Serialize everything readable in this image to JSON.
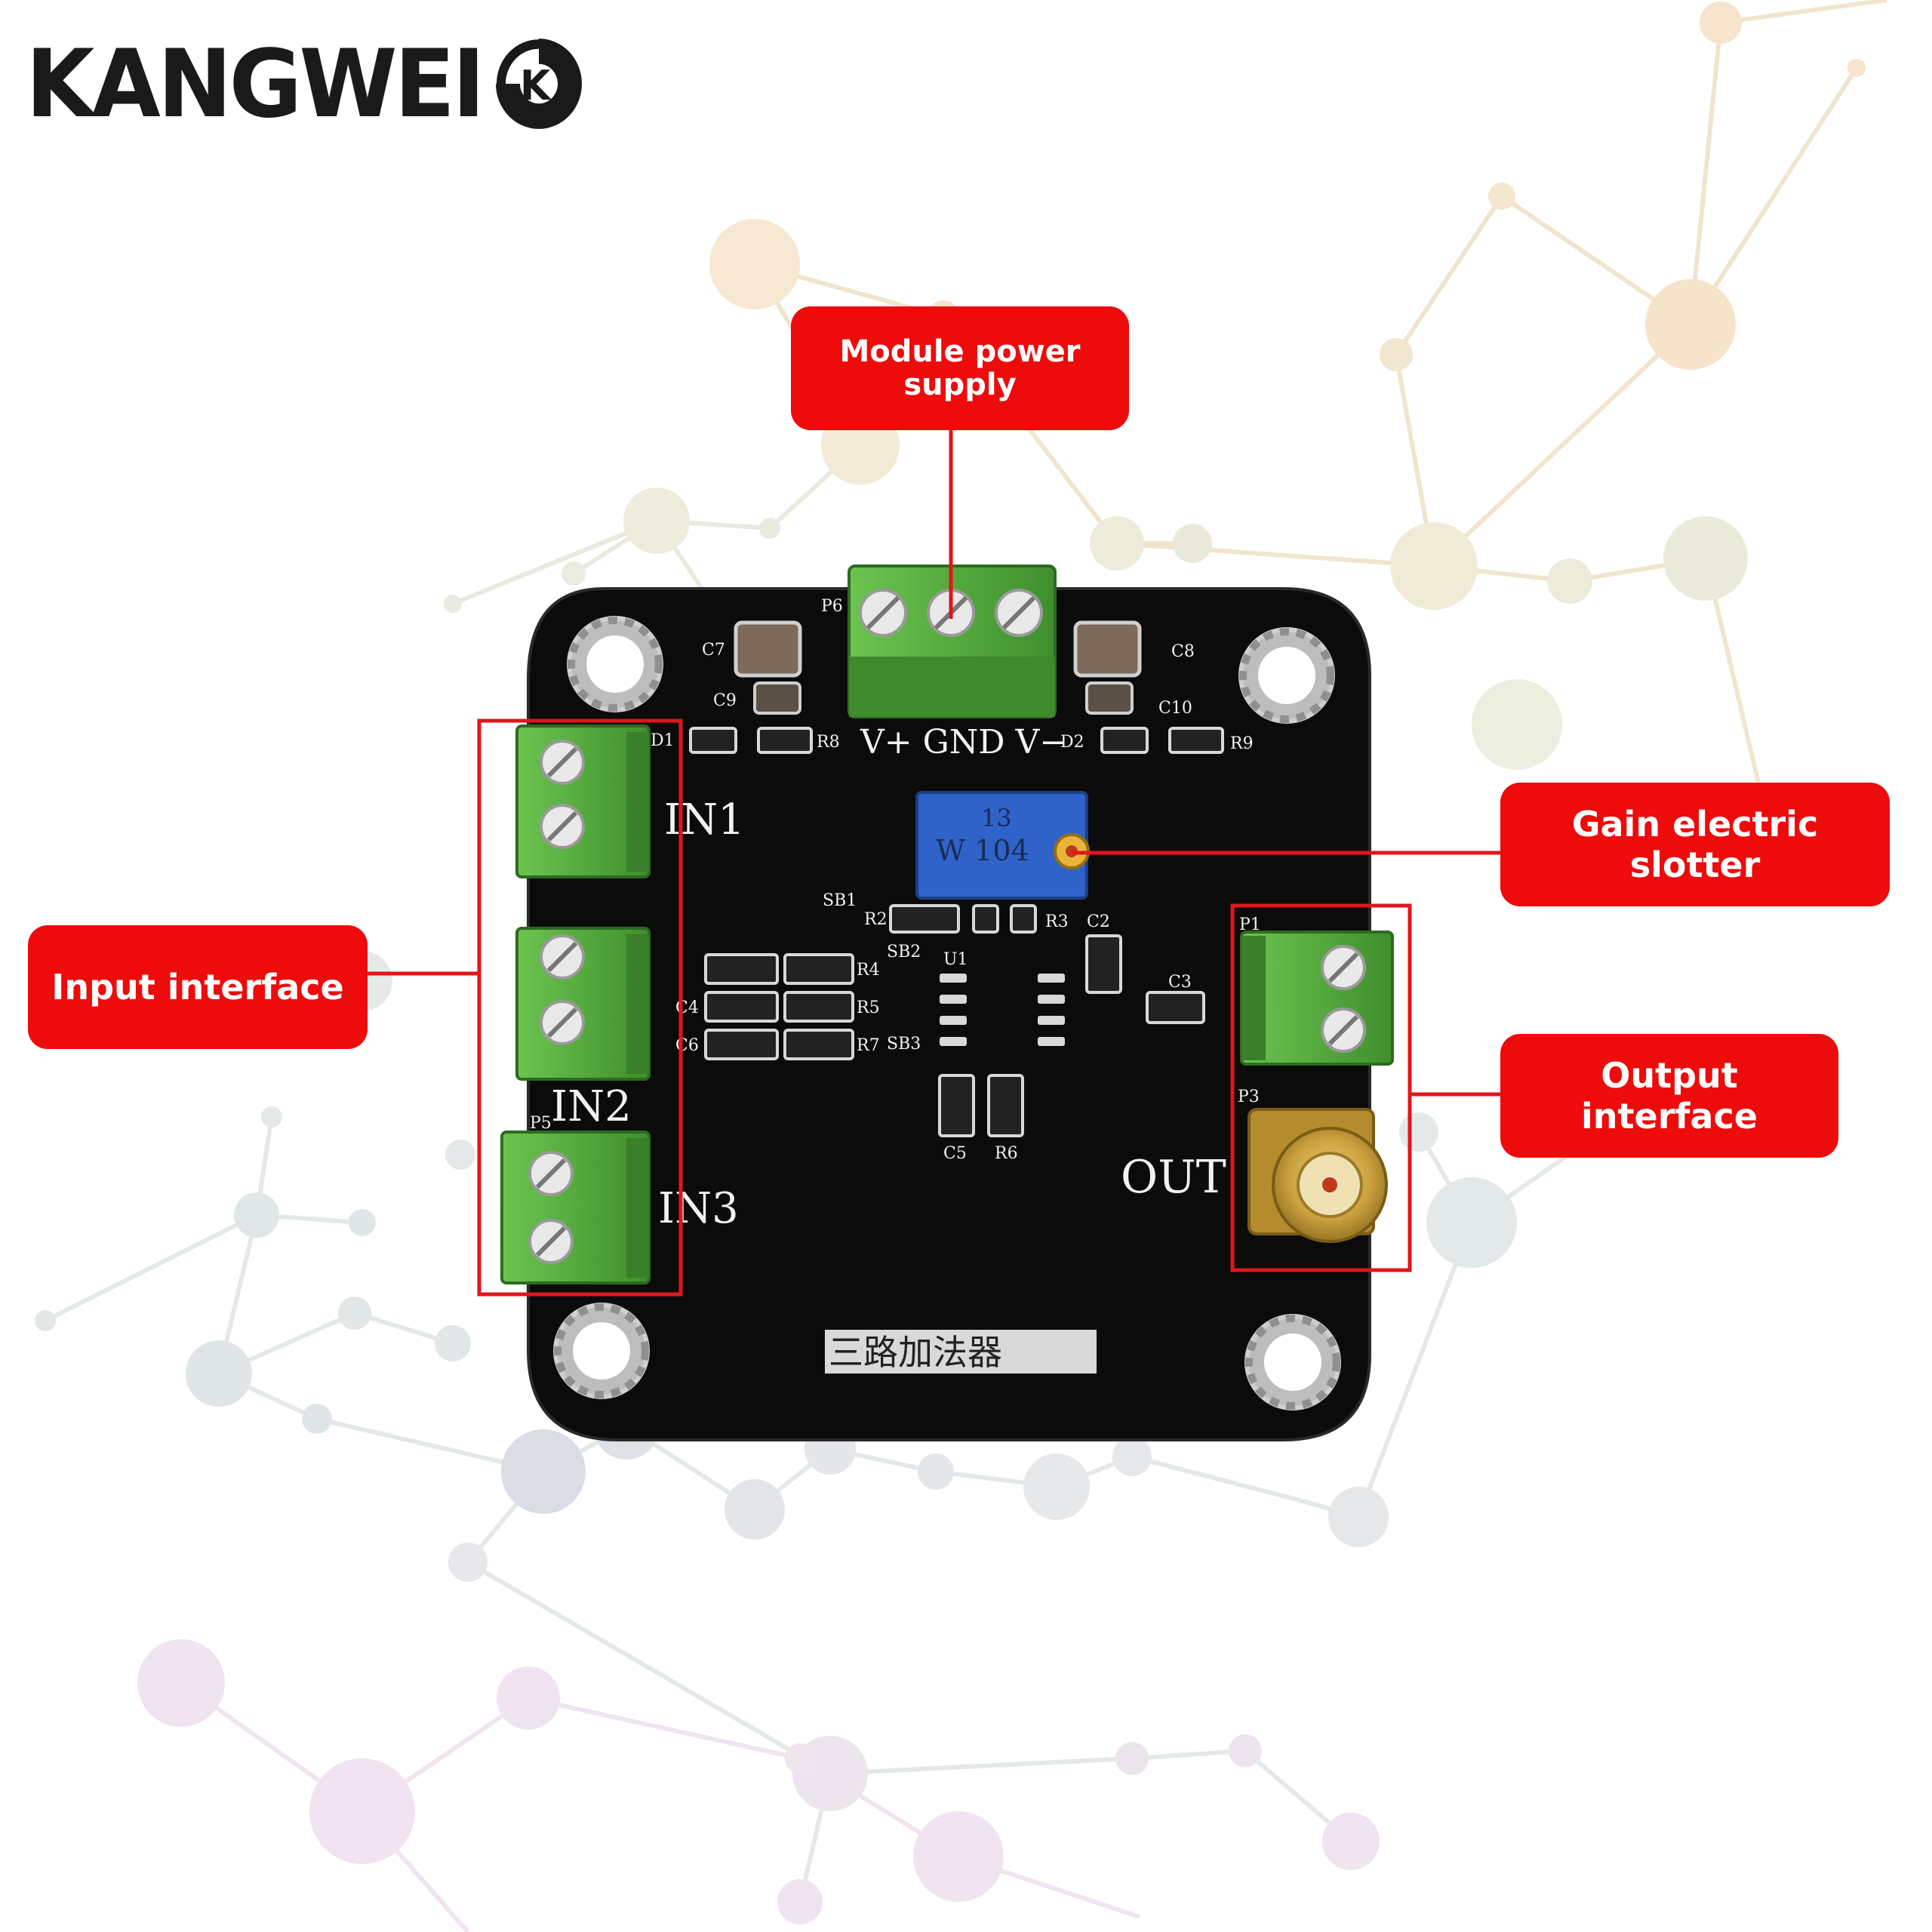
{
  "brand": {
    "name": "KANGWEI",
    "logo_icon": "kangwei-logo-mark",
    "logo_letters": "K"
  },
  "callouts": {
    "power": {
      "line1": "Module power",
      "line2": "supply"
    },
    "gain": "Gain electric slotter",
    "input": "Input interface",
    "output": "Output interface"
  },
  "board": {
    "silkscreen": {
      "in1": "IN1",
      "in2": "IN2",
      "in3": "IN3",
      "out": "OUT",
      "power_pins": "V+ GND V−",
      "title_cn": "三路加法器",
      "refs": {
        "p6": "P6",
        "p1": "P1",
        "p3": "P3",
        "p5": "P5",
        "c7": "C7",
        "c8": "C8",
        "c9": "C9",
        "c10": "C10",
        "c2": "C2",
        "c3": "C3",
        "c4": "C4",
        "c5": "C5",
        "c6": "C6",
        "d1": "D1",
        "d2": "D2",
        "r2": "R2",
        "r3": "R3",
        "r4": "R4",
        "r5": "R5",
        "r6": "R6",
        "r7": "R7",
        "r8": "R8",
        "r9": "R9",
        "sb1": "SB1",
        "sb2": "SB2",
        "sb3": "SB3",
        "u1": "U1"
      },
      "pot_marking": {
        "line1": "W 104",
        "line2": "13"
      }
    }
  },
  "colors": {
    "callout": "#ee0b0b",
    "leader": "#e0161b",
    "pcb": "#0b0b0b",
    "terminal": "#4fa83a",
    "pot": "#2f63c9",
    "sma": "#caa13e"
  }
}
